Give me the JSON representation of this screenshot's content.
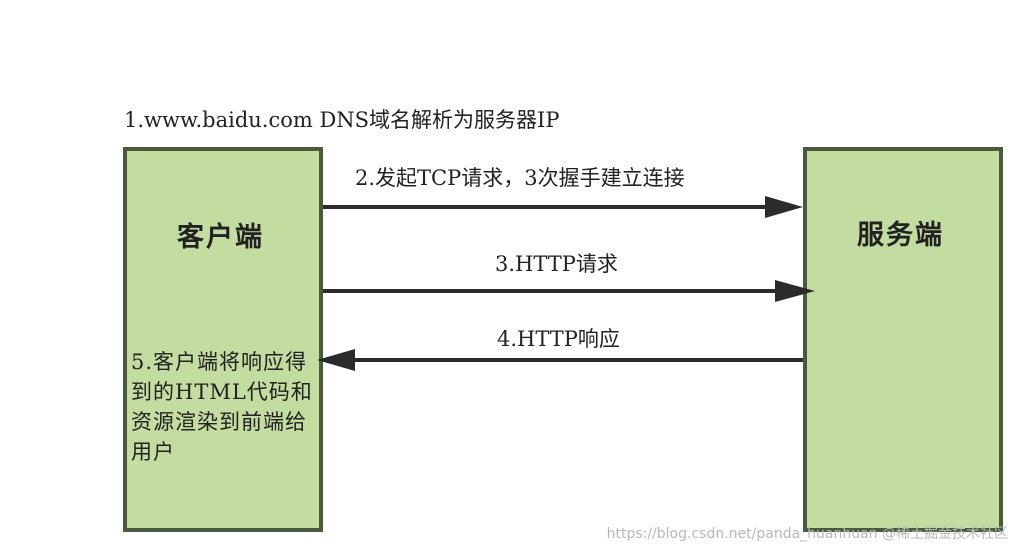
{
  "dns_step": "1.www.baidu.com DNS域名解析为服务器IP",
  "client": {
    "title": "客户端",
    "render_note": "5.客户端将响应得到的HTML代码和资源渲染到前端给用户"
  },
  "server": {
    "title": "服务端"
  },
  "arrows": [
    {
      "label": "2.发起TCP请求，3次握手建立连接",
      "direction": "client-to-server"
    },
    {
      "label": "3.HTTP请求",
      "direction": "client-to-server"
    },
    {
      "label": "4.HTTP响应",
      "direction": "server-to-client"
    }
  ],
  "watermark": "https://blog.csdn.net/panda_huanhuan @稀土掘金技术社区",
  "colors": {
    "box_fill": "#c3dc9f",
    "box_border": "#4a5b3b",
    "arrow": "#2b2b2b"
  }
}
